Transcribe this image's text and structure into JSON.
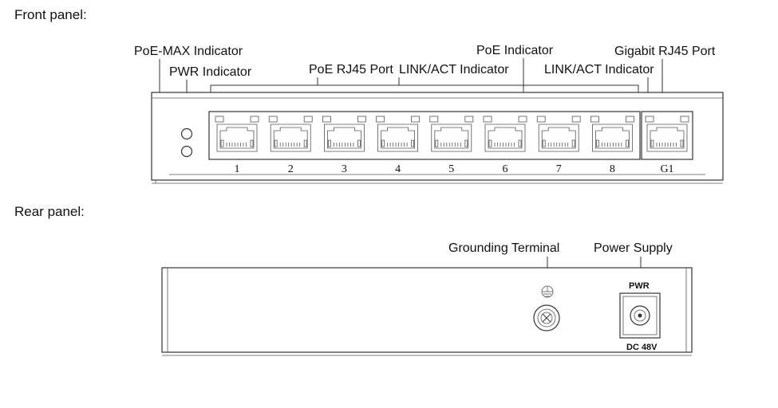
{
  "front": {
    "section_label": "Front panel:",
    "callouts": {
      "poe_max": "PoE-MAX Indicator",
      "pwr": "PWR Indicator",
      "poe_port": "PoE RJ45 Port",
      "link_act_1": "LINK/ACT Indicator",
      "poe_ind": "PoE Indicator",
      "link_act_2": "LINK/ACT Indicator",
      "gig_port": "Gigabit RJ45 Port"
    },
    "ports": [
      "1",
      "2",
      "3",
      "4",
      "5",
      "6",
      "7",
      "8"
    ],
    "uplink_port": "G1"
  },
  "rear": {
    "section_label": "Rear panel:",
    "callouts": {
      "ground": "Grounding Terminal",
      "power": "Power Supply"
    },
    "pwr_label": "PWR",
    "dc_label": "DC 48V"
  }
}
